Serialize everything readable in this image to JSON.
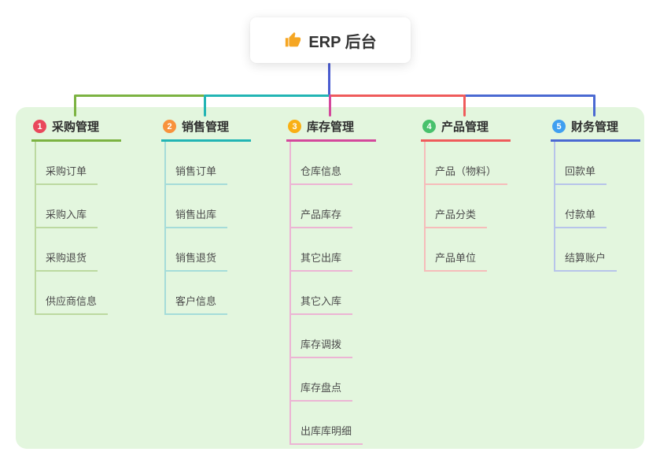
{
  "root": {
    "icon": "thumbs-up",
    "title": "ERP 后台",
    "stem_color": "#4a5cd0",
    "icon_color": "#f5a623"
  },
  "panel": {
    "background": "#e3f6de"
  },
  "branches": [
    {
      "badge": "1",
      "title": "采购管理",
      "badge_color": "#e9485c",
      "line_color": "#7cb342",
      "light_color": "#bcd9a0",
      "children": [
        "采购订单",
        "采购入库",
        "采购退货",
        "供应商信息"
      ]
    },
    {
      "badge": "2",
      "title": "销售管理",
      "badge_color": "#f8923c",
      "line_color": "#22b5b4",
      "light_color": "#a5dcd9",
      "children": [
        "销售订单",
        "销售出库",
        "销售退货",
        "客户信息"
      ]
    },
    {
      "badge": "3",
      "title": "库存管理",
      "badge_color": "#f9b014",
      "line_color": "#d4489c",
      "light_color": "#ecb4d4",
      "children": [
        "仓库信息",
        "产品库存",
        "其它出库",
        "其它入库",
        "库存调拨",
        "库存盘点",
        "出库库明细"
      ]
    },
    {
      "badge": "4",
      "title": "产品管理",
      "badge_color": "#48c16c",
      "line_color": "#ef5b5b",
      "light_color": "#f6bcba",
      "children": [
        "产品（物料）",
        "产品分类",
        "产品单位"
      ]
    },
    {
      "badge": "5",
      "title": "财务管理",
      "badge_color": "#3f9ff0",
      "line_color": "#4a69d2",
      "light_color": "#b7c4ea",
      "children": [
        "回款单",
        "付款单",
        "结算账户"
      ]
    }
  ]
}
